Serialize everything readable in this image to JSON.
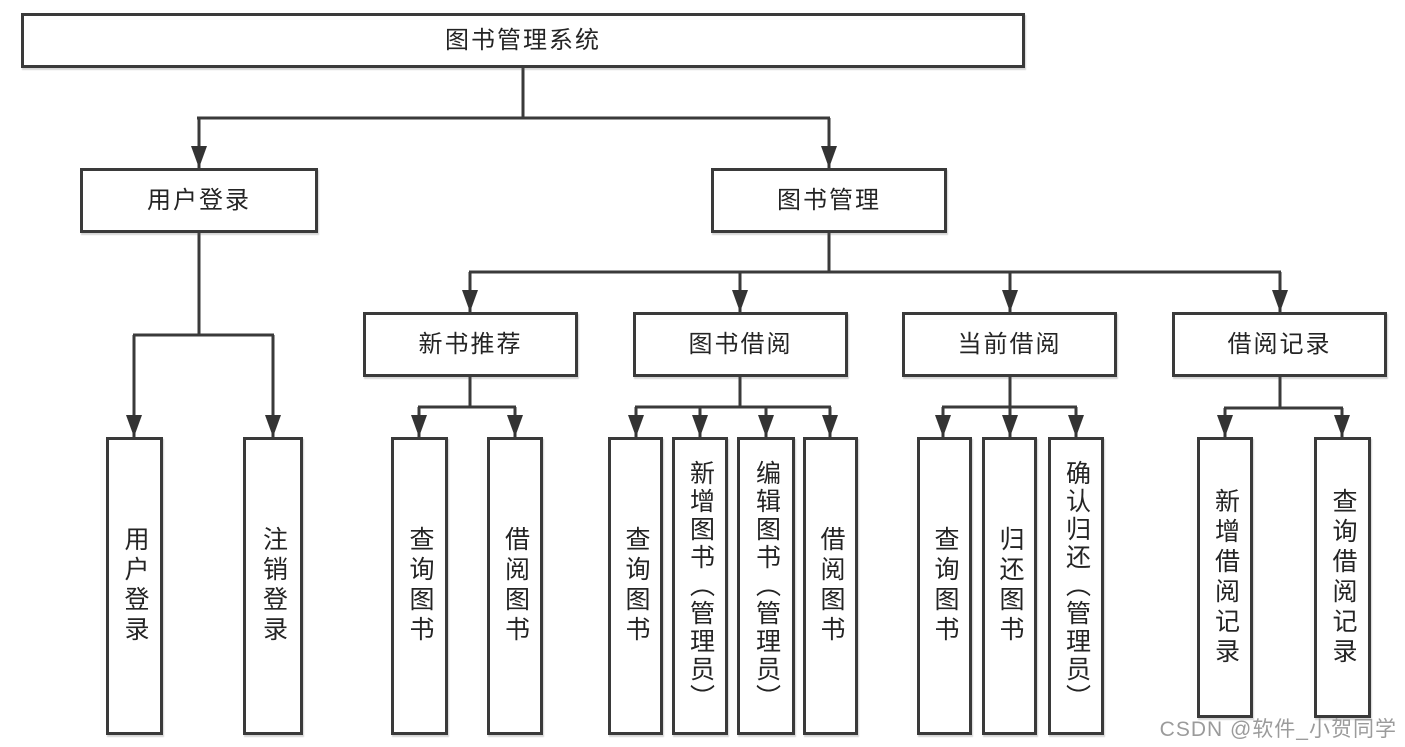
{
  "page": {
    "background": "#ffffff"
  },
  "colors": {
    "line": "#3a3a3a",
    "arrow": "#333333",
    "box_border": "#3a3a3a",
    "text": "#242424",
    "watermark": "#9b9b9b"
  },
  "nodes": {
    "root": "图书管理系统",
    "user_login": "用户登录",
    "book_management": "图书管理",
    "new_book_recommend": "新书推荐",
    "book_borrowing": "图书借阅",
    "current_borrowing": "当前借阅",
    "borrowing_records": "借阅记录",
    "leaf_user_login": "用户登录",
    "leaf_logout": "注销登录",
    "leaf_query_books_1": "查询图书",
    "leaf_borrow_books_1": "借阅图书",
    "leaf_query_books_2": "查询图书",
    "leaf_add_books_admin": "新增图书（管理员）",
    "leaf_edit_books_admin": "编辑图书（管理员）",
    "leaf_borrow_books_2": "借阅图书",
    "leaf_query_books_3": "查询图书",
    "leaf_return_books": "归还图书",
    "leaf_confirm_return_admin": "确认归还（管理员）",
    "leaf_add_borrow_record": "新增借阅记录",
    "leaf_query_borrow_record": "查询借阅记录"
  },
  "hierarchy": {
    "图书管理系统": [
      "用户登录",
      "图书管理"
    ],
    "用户登录": [
      "用户登录",
      "注销登录"
    ],
    "图书管理": [
      "新书推荐",
      "图书借阅",
      "当前借阅",
      "借阅记录"
    ],
    "新书推荐": [
      "查询图书",
      "借阅图书"
    ],
    "图书借阅": [
      "查询图书",
      "新增图书（管理员）",
      "编辑图书（管理员）",
      "借阅图书"
    ],
    "当前借阅": [
      "查询图书",
      "归还图书",
      "确认归还（管理员）"
    ],
    "借阅记录": [
      "新增借阅记录",
      "查询借阅记录"
    ]
  },
  "watermark": {
    "text": "CSDN @软件_小贺同学"
  }
}
